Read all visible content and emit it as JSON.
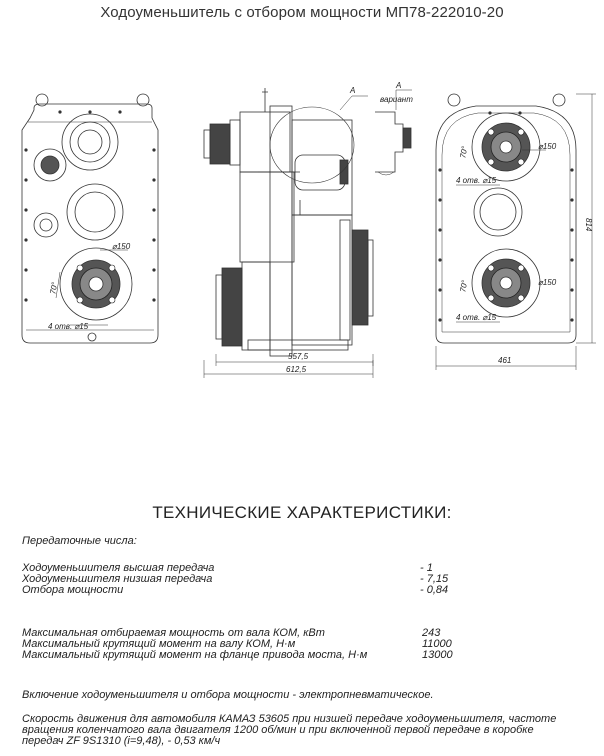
{
  "document": {
    "title": "Ходоуменьшитель с отбором мощности МП78-222010-20"
  },
  "drawing": {
    "dim_width_side": "557,5",
    "dim_width_total": "612,5",
    "dim_width_back": "461",
    "dim_height": "814",
    "flange_dia_front": "⌀150",
    "flange_dia_back_top": "⌀150",
    "flange_dia_back_bottom": "⌀150",
    "angle_front": "70°",
    "angle_back_top": "70°",
    "angle_back_bottom": "70°",
    "holes_front": "4 отв. ⌀15",
    "holes_back_top": "4 отв. ⌀15",
    "holes_back_bottom": "4 отв. ⌀15",
    "callout_a": "А",
    "callout_a_variant": "А",
    "callout_variant_label": "вариант"
  },
  "specs": {
    "heading": "ТЕХНИЧЕСКИЕ ХАРАКТЕРИСТИКИ:",
    "ratios_heading": "Передаточные числа:",
    "ratios": [
      {
        "label": "Ходоуменьшителя высшая передача",
        "value": "- 1"
      },
      {
        "label": "Ходоуменьшителя низшая передача",
        "value": "- 7,15"
      },
      {
        "label": "Отбора мощности",
        "value": "- 0,84"
      }
    ],
    "limits": [
      {
        "label": "Максимальная отбираемая мощность от вала КОМ, кВт",
        "value": "243"
      },
      {
        "label": "Максимальный крутящий момент на валу КОМ, Н·м",
        "value": "11000"
      },
      {
        "label": "Максимальный  крутящий момент на фланце привода моста, Н·м",
        "value": "13000"
      }
    ],
    "activation": "Включение ходоуменьшителя и отбора мощности  - электропневматическое.",
    "speed_line1": "Скорость движения для автомобиля КАМАЗ 53605 при низшей передаче ходоуменьшителя, частоте",
    "speed_line2": "вращения коленчатого вала двигателя 1200 об/мин и при включенной первой передаче в коробке",
    "speed_line3": "передач ZF 9S1310 (i=9,48),   - 0,53 км/ч"
  }
}
